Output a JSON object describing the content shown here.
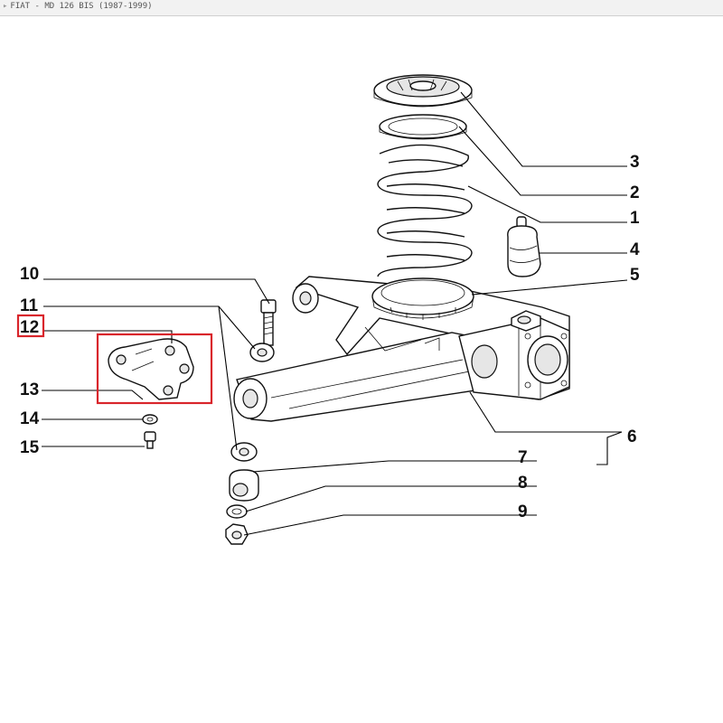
{
  "breadcrumb": {
    "arrow": "▸",
    "text": "FIAT - MD 126 BIS (1987-1999)"
  },
  "callouts": [
    {
      "id": "c1",
      "label": "1"
    },
    {
      "id": "c2",
      "label": "2"
    },
    {
      "id": "c3",
      "label": "3"
    },
    {
      "id": "c4",
      "label": "4"
    },
    {
      "id": "c5",
      "label": "5"
    },
    {
      "id": "c6",
      "label": "6"
    },
    {
      "id": "c7",
      "label": "7"
    },
    {
      "id": "c8",
      "label": "8"
    },
    {
      "id": "c9",
      "label": "9"
    },
    {
      "id": "c10",
      "label": "10"
    },
    {
      "id": "c11",
      "label": "11"
    },
    {
      "id": "c12",
      "label": "12"
    },
    {
      "id": "c13",
      "label": "13"
    },
    {
      "id": "c14",
      "label": "14"
    },
    {
      "id": "c15",
      "label": "15"
    }
  ],
  "highlight": {
    "part": "12",
    "color": "#d9252b"
  }
}
